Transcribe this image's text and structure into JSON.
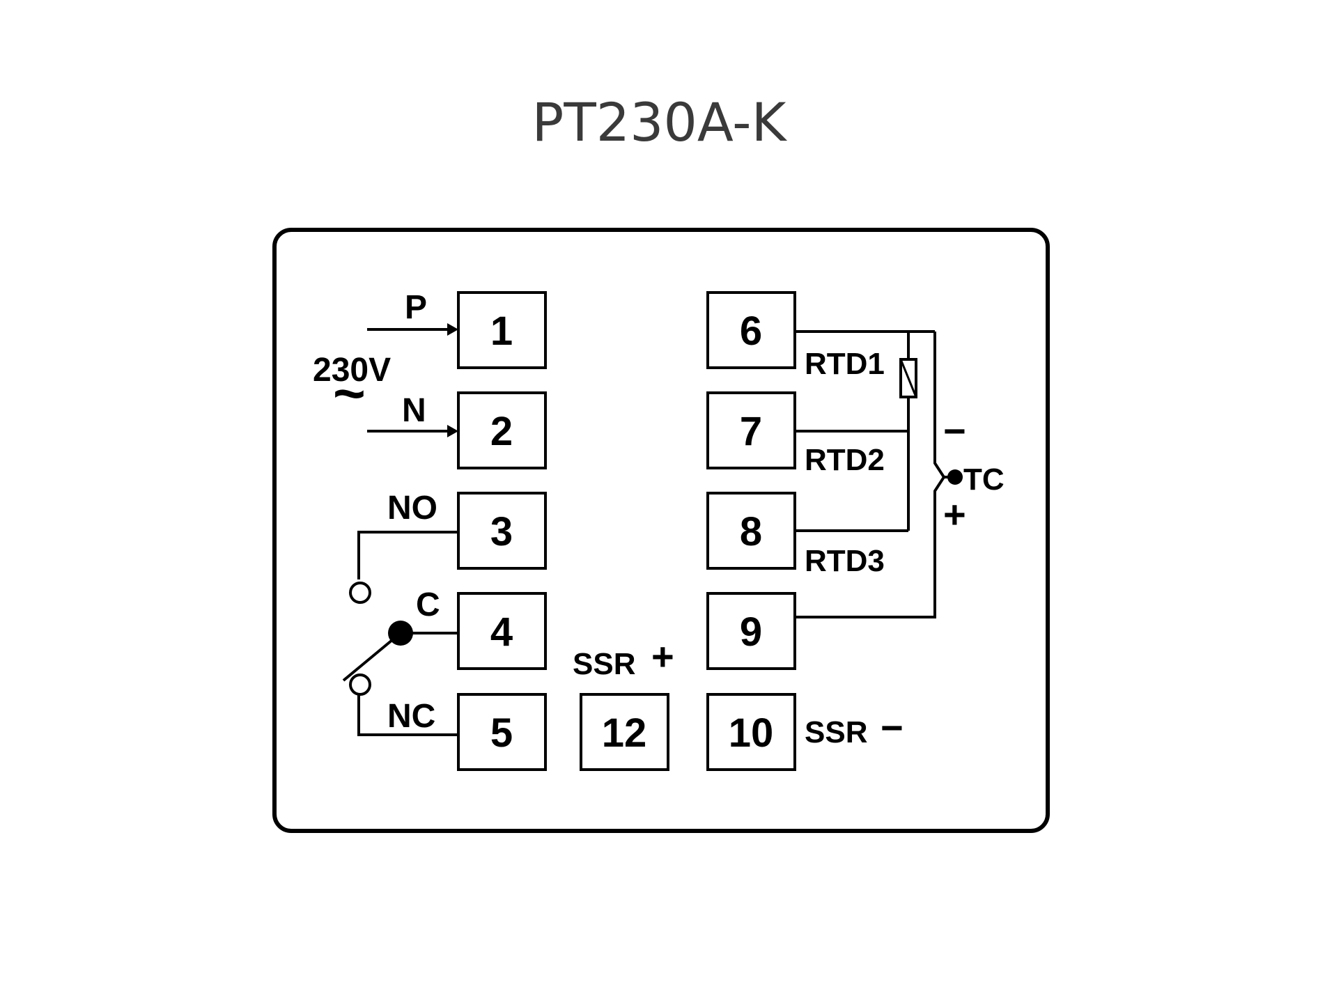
{
  "title": "PT230A-K",
  "terminals": [
    "1",
    "2",
    "3",
    "4",
    "5",
    "6",
    "7",
    "8",
    "9",
    "10",
    "12"
  ],
  "labels": {
    "p": "P",
    "n": "N",
    "voltage": "230V",
    "ac": "~",
    "no": "NO",
    "c": "C",
    "nc": "NC",
    "rtd1": "RTD1",
    "rtd2": "RTD2",
    "rtd3": "RTD3",
    "tc": "TC",
    "tc_minus": "−",
    "tc_plus": "+",
    "ssr_plus": "SSR",
    "ssr_plus_sign": "+",
    "ssr_minus": "SSR",
    "ssr_minus_sign": "−"
  }
}
